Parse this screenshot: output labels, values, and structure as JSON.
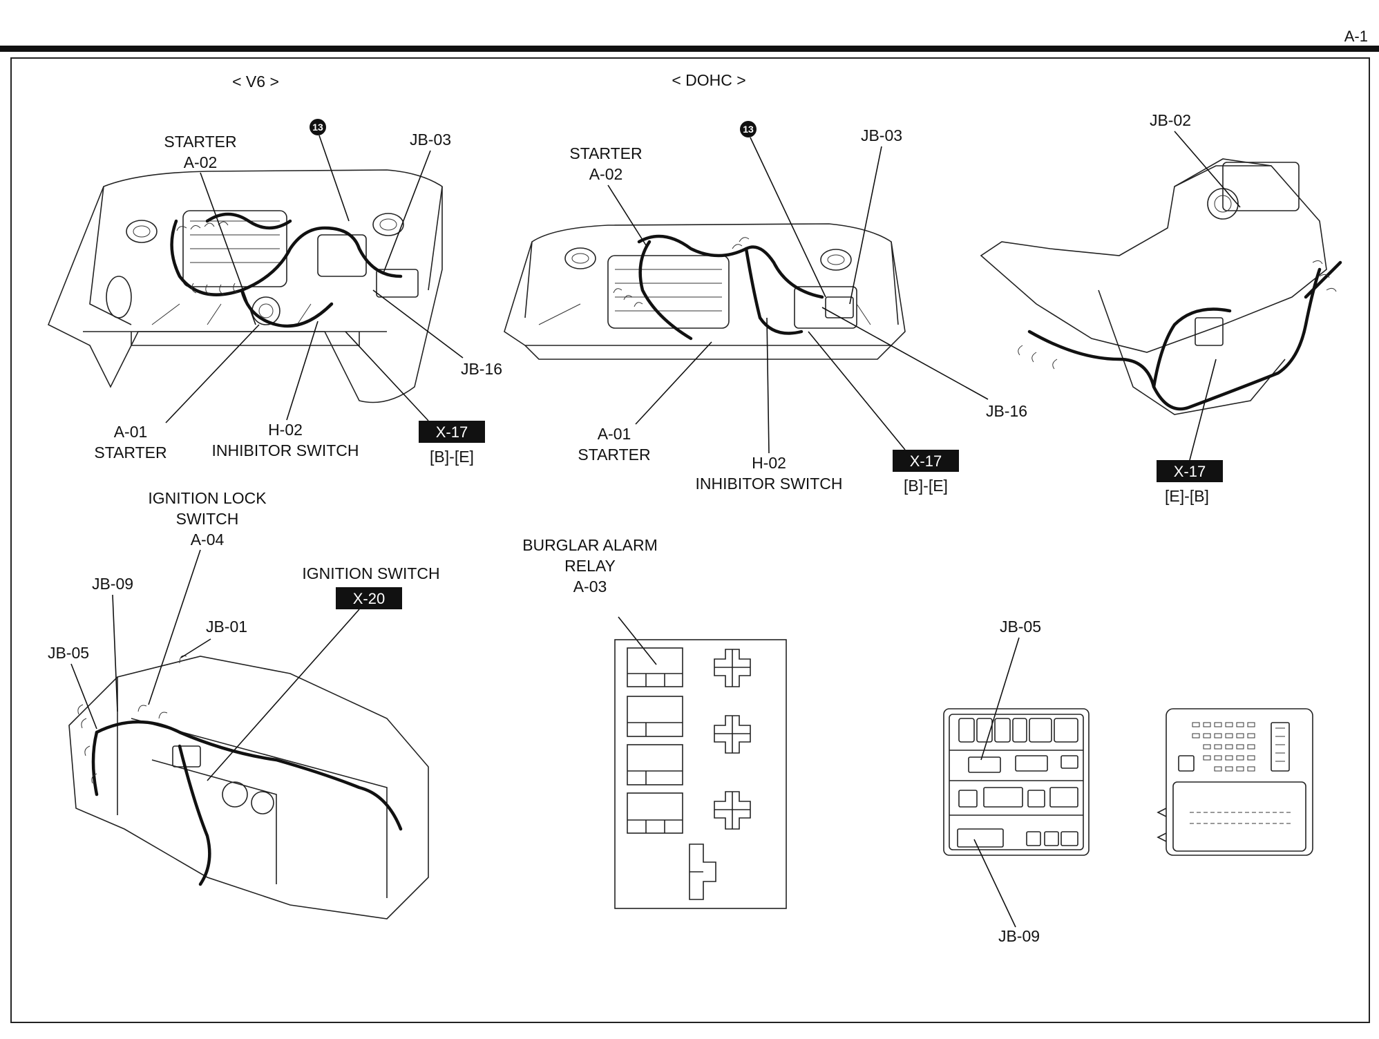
{
  "page_number": "A-1",
  "sections": {
    "v6": "< V6 >",
    "dohc": "< DOHC >"
  },
  "v6": {
    "starter_top": [
      "STARTER",
      "A-02"
    ],
    "circle_ref": "13",
    "jb03": "JB-03",
    "jb16": "JB-16",
    "a01": [
      "A-01",
      "STARTER"
    ],
    "h02": [
      "H-02",
      "INHIBITOR SWITCH"
    ],
    "x17_box": "X-17",
    "x17_ref": "[B]-[E]"
  },
  "dohc": {
    "starter_top": [
      "STARTER",
      "A-02"
    ],
    "circle_ref": "13",
    "jb03": "JB-03",
    "jb16": "JB-16",
    "a01": [
      "A-01",
      "STARTER"
    ],
    "h02": [
      "H-02",
      "INHIBITOR SWITCH"
    ],
    "x17_box": "X-17",
    "x17_ref": "[B]-[E]"
  },
  "rear_harness": {
    "jb02": "JB-02",
    "x17_box": "X-17",
    "x17_ref": "[E]-[B]"
  },
  "dash": {
    "ignition_lock": [
      "IGNITION LOCK",
      "SWITCH",
      "A-04"
    ],
    "jb09": "JB-09",
    "jb05": "JB-05",
    "jb01": "JB-01",
    "ignition_switch": "IGNITION SWITCH",
    "x20_box": "X-20"
  },
  "relay": {
    "title": [
      "BURGLAR ALARM",
      "RELAY",
      "A-03"
    ]
  },
  "junction_box": {
    "jb05": "JB-05",
    "jb09": "JB-09"
  }
}
